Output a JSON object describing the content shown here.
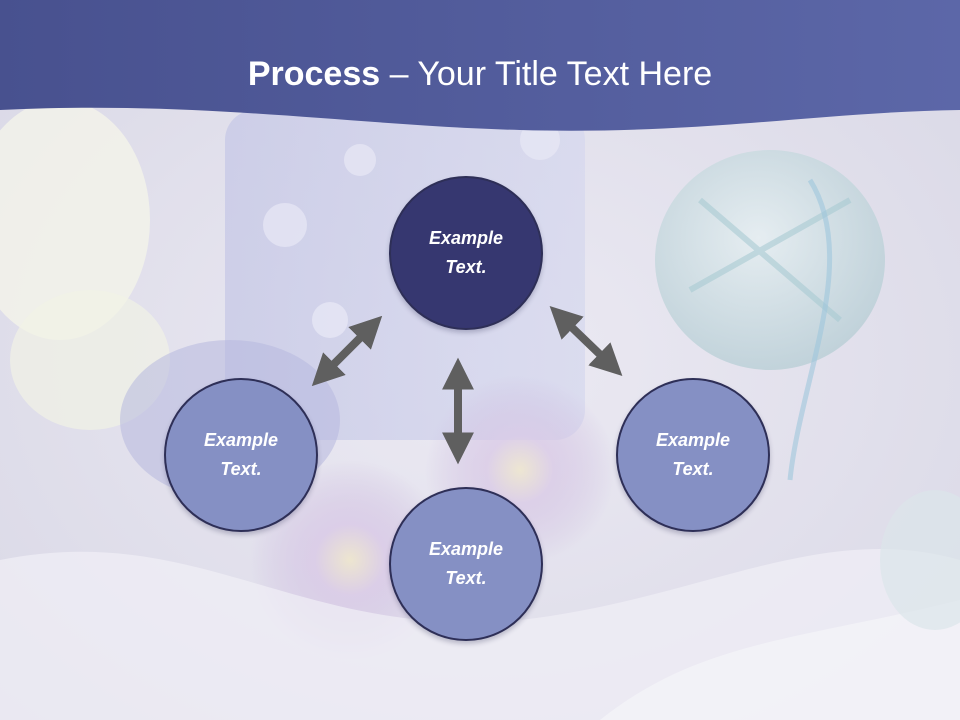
{
  "slide": {
    "title_bold": "Process",
    "title_rest": " – Your Title Text Here"
  },
  "nodes": {
    "top": {
      "line1": "Example",
      "line2": "Text."
    },
    "left": {
      "line1": "Example",
      "line2": "Text."
    },
    "right": {
      "line1": "Example",
      "line2": "Text."
    },
    "bottom": {
      "line1": "Example",
      "line2": "Text."
    }
  },
  "colors": {
    "header": "#4f5a9c",
    "node_primary": "#363770",
    "node_secondary": "#8590c4",
    "arrow": "#5f5f5f"
  }
}
